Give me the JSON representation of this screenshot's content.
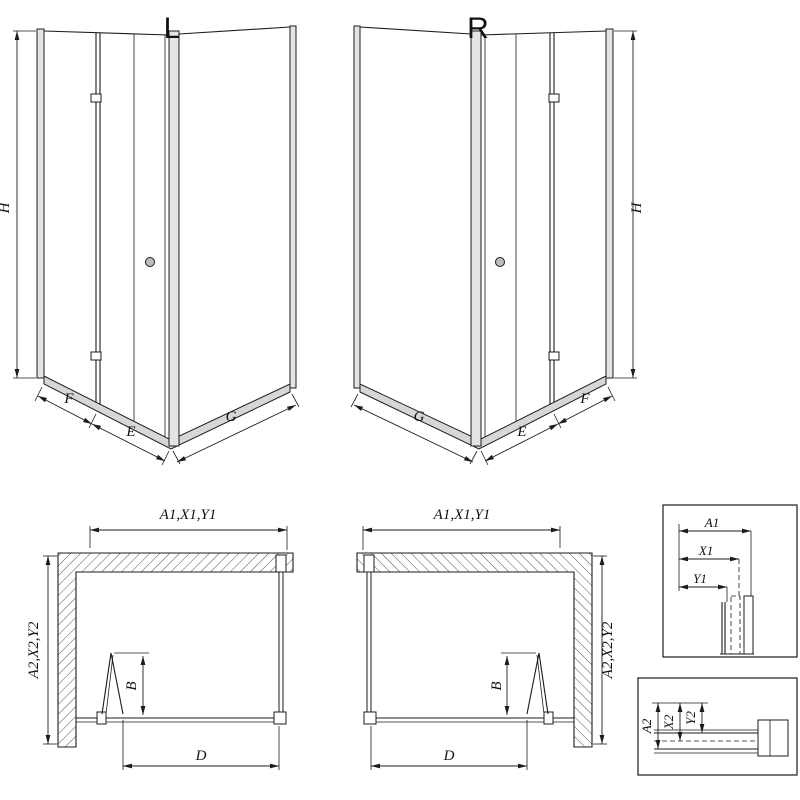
{
  "views_3d": {
    "left": {
      "variant_label": "L",
      "dim_height": "H",
      "dim_front_fixed": "F",
      "dim_front_door": "E",
      "dim_side": "G"
    },
    "right": {
      "variant_label": "R",
      "dim_height": "H",
      "dim_front_fixed": "F",
      "dim_front_door": "E",
      "dim_side": "G"
    }
  },
  "plan_views": {
    "left": {
      "dim_width_top": "A1,X1,Y1",
      "dim_depth_side": "A2,X2,Y2",
      "dim_door_fold": "B",
      "dim_opening": "D"
    },
    "right": {
      "dim_width_top": "A1,X1,Y1",
      "dim_depth_side": "A2,X2,Y2",
      "dim_door_fold": "B",
      "dim_opening": "D"
    }
  },
  "detail_boxes": {
    "width_profile": {
      "dim_1": "A1",
      "dim_2": "X1",
      "dim_3": "Y1"
    },
    "depth_profile": {
      "dim_1": "A2",
      "dim_2": "X2",
      "dim_3": "Y2"
    }
  },
  "colors": {
    "line": "#1c1c1c",
    "profile_fill": "#e4e4e4",
    "tray_fill": "#d7d7d7",
    "hatch": "#555555",
    "background": "#ffffff"
  }
}
